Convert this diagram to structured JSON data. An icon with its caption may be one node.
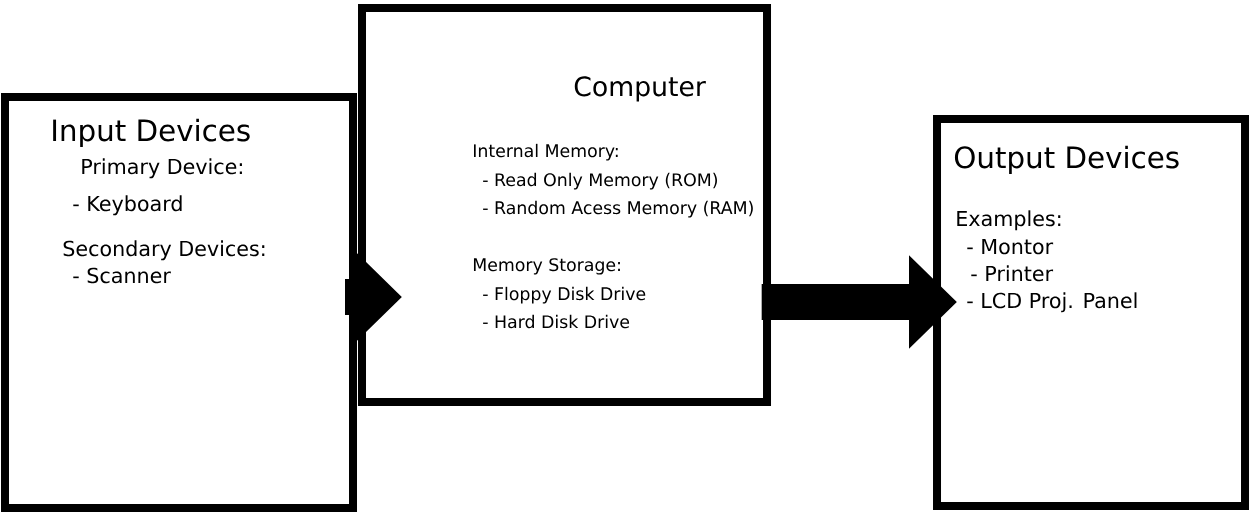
{
  "diagram": {
    "nodes": [
      {
        "text": [
          "Input Devices",
          "Primary Device:",
          "- Keyboard",
          "Secondary Devices:",
          "- Scanner"
        ]
      },
      {
        "text": [
          "Computer",
          "Internal Memory:",
          "- Read Only Memory (ROM)",
          "- Random Acess Memory (RAM)",
          "Memory Storage:",
          "-  Floppy Disk Drive",
          "-  Hard Disk Drive"
        ]
      },
      {
        "text": [
          "Output Devices",
          "Examples:",
          "- Montor",
          "- Printer",
          "- LCD Proj. Panel"
        ]
      }
    ],
    "edges": [
      {
        "from": 0,
        "to": 1,
        "arrow": "to"
      },
      {
        "from": 1,
        "to": 2,
        "arrow": "to"
      }
    ]
  }
}
